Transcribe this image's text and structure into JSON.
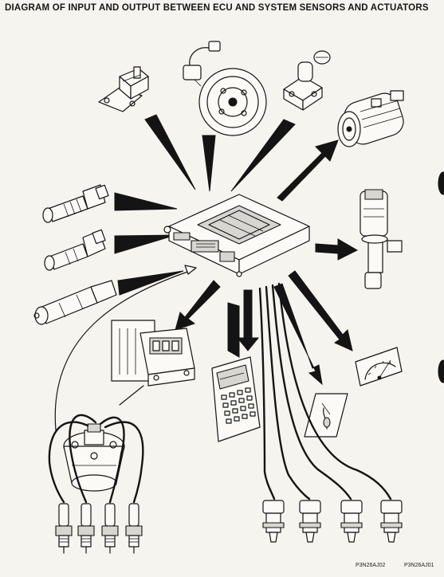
{
  "diagram": {
    "title": "DIAGRAM OF INPUT AND OUTPUT BETWEEN ECU AND SYSTEM SENSORS AND ACTUATORS",
    "ref_codes": [
      "P3N26AJ02",
      "P3N26AJ01"
    ],
    "colors": {
      "ink": "#141414",
      "paper": "#f6f4ee"
    },
    "components": [
      {
        "id": "ecu",
        "role": "control-unit"
      },
      {
        "id": "manifold-pressure-sensor",
        "role": "input"
      },
      {
        "id": "crankshaft-sensor",
        "role": "input"
      },
      {
        "id": "throttle-potentiometer",
        "role": "input"
      },
      {
        "id": "coolant-temperature-sensor",
        "role": "input"
      },
      {
        "id": "air-temperature-sensor",
        "role": "input"
      },
      {
        "id": "oxygen-sensor",
        "role": "input"
      },
      {
        "id": "ignition-module",
        "role": "output"
      },
      {
        "id": "diagnostic-tester",
        "role": "output"
      },
      {
        "id": "ac-compressor",
        "role": "output"
      },
      {
        "id": "idle-air-valve",
        "role": "output"
      },
      {
        "id": "tachometer",
        "role": "output"
      },
      {
        "id": "warning-lamp",
        "role": "output"
      },
      {
        "id": "injectors",
        "role": "output"
      },
      {
        "id": "distributor",
        "role": "output"
      },
      {
        "id": "spark-plugs",
        "role": "output"
      }
    ]
  }
}
